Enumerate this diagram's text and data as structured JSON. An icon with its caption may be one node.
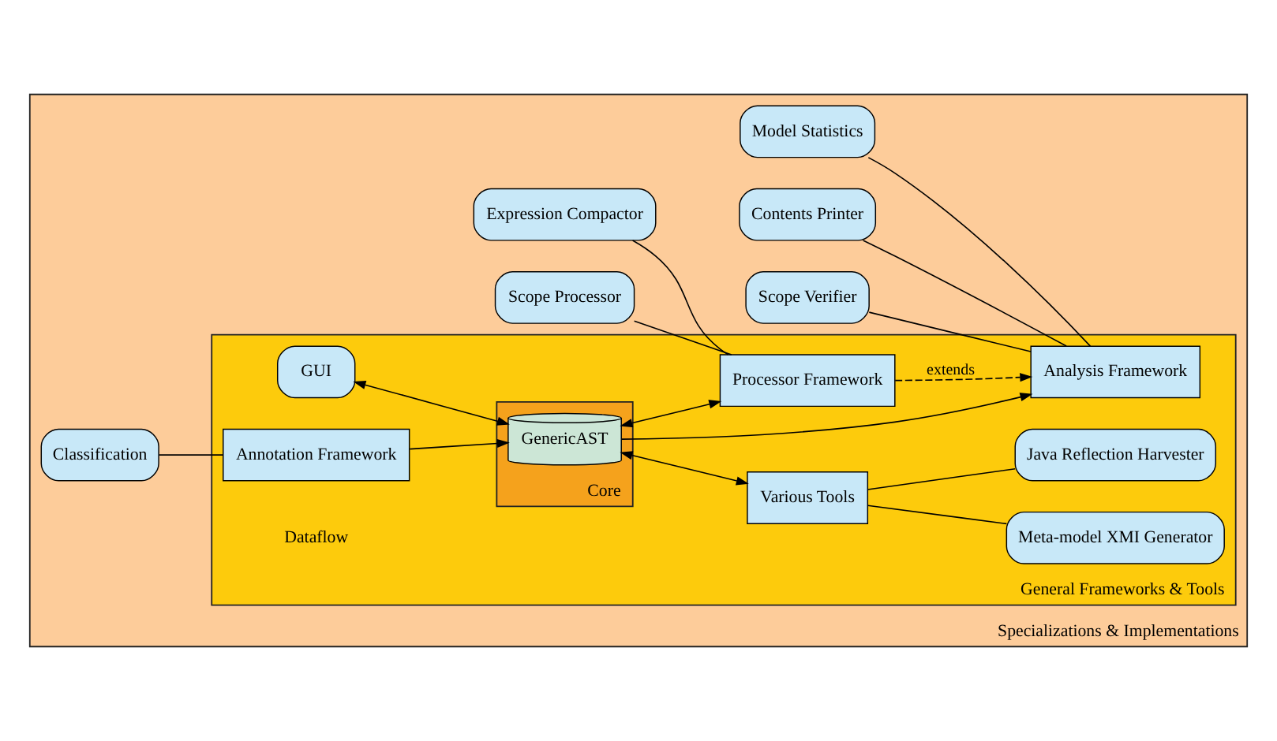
{
  "diagram": {
    "nodes": [
      {
        "text": [
          "Specializations & Implementations"
        ]
      },
      {
        "text": [
          "General Frameworks & Tools"
        ],
        "in": 0
      },
      {
        "text": [
          "Core"
        ],
        "in": 1
      },
      {
        "text": [
          "GenericAST"
        ],
        "in": 2
      },
      {
        "text": [
          "Model Statistics"
        ],
        "in": 0
      },
      {
        "text": [
          "Contents Printer"
        ],
        "in": 0
      },
      {
        "text": [
          "Scope Verifier"
        ],
        "in": 0
      },
      {
        "text": [
          "Expression Compactor"
        ],
        "in": 0
      },
      {
        "text": [
          "Scope Processor"
        ],
        "in": 0
      },
      {
        "text": [
          "GUI"
        ],
        "in": 1
      },
      {
        "text": [
          "Analysis Framework"
        ],
        "in": 1
      },
      {
        "text": [
          "Processor Framework"
        ],
        "in": 1
      },
      {
        "text": [
          "Various Tools"
        ],
        "in": 1
      },
      {
        "text": [
          "Java Reflection Harvester"
        ],
        "in": 1
      },
      {
        "text": [
          "Meta-model XMI Generator"
        ],
        "in": 1
      },
      {
        "text": [
          "Annotation Framework"
        ],
        "in": 1
      },
      {
        "text": [
          "Classification"
        ],
        "in": 0
      }
    ],
    "edges": [
      {
        "from": 4,
        "to": 10,
        "arrow": "none"
      },
      {
        "from": 5,
        "to": 10,
        "arrow": "none"
      },
      {
        "from": 6,
        "to": 10,
        "arrow": "none"
      },
      {
        "from": 7,
        "to": 11,
        "arrow": "none"
      },
      {
        "from": 8,
        "to": 11,
        "arrow": "none"
      },
      {
        "from": 11,
        "to": 10,
        "arrow": "to",
        "style": "dashed",
        "label": "extends"
      },
      {
        "from": 3,
        "to": 10,
        "arrow": "to"
      },
      {
        "from": 3,
        "to": 11,
        "arrow": "both"
      },
      {
        "from": 9,
        "to": 3,
        "arrow": "both"
      },
      {
        "from": 3,
        "to": 12,
        "arrow": "both"
      },
      {
        "from": 12,
        "to": 13,
        "arrow": "none"
      },
      {
        "from": 12,
        "to": 14,
        "arrow": "none"
      },
      {
        "from": 15,
        "to": 3,
        "arrow": "to"
      },
      {
        "from": 16,
        "to": 15,
        "arrow": "none"
      }
    ],
    "legend": [
      {
        "text": "Dataflow"
      }
    ]
  }
}
